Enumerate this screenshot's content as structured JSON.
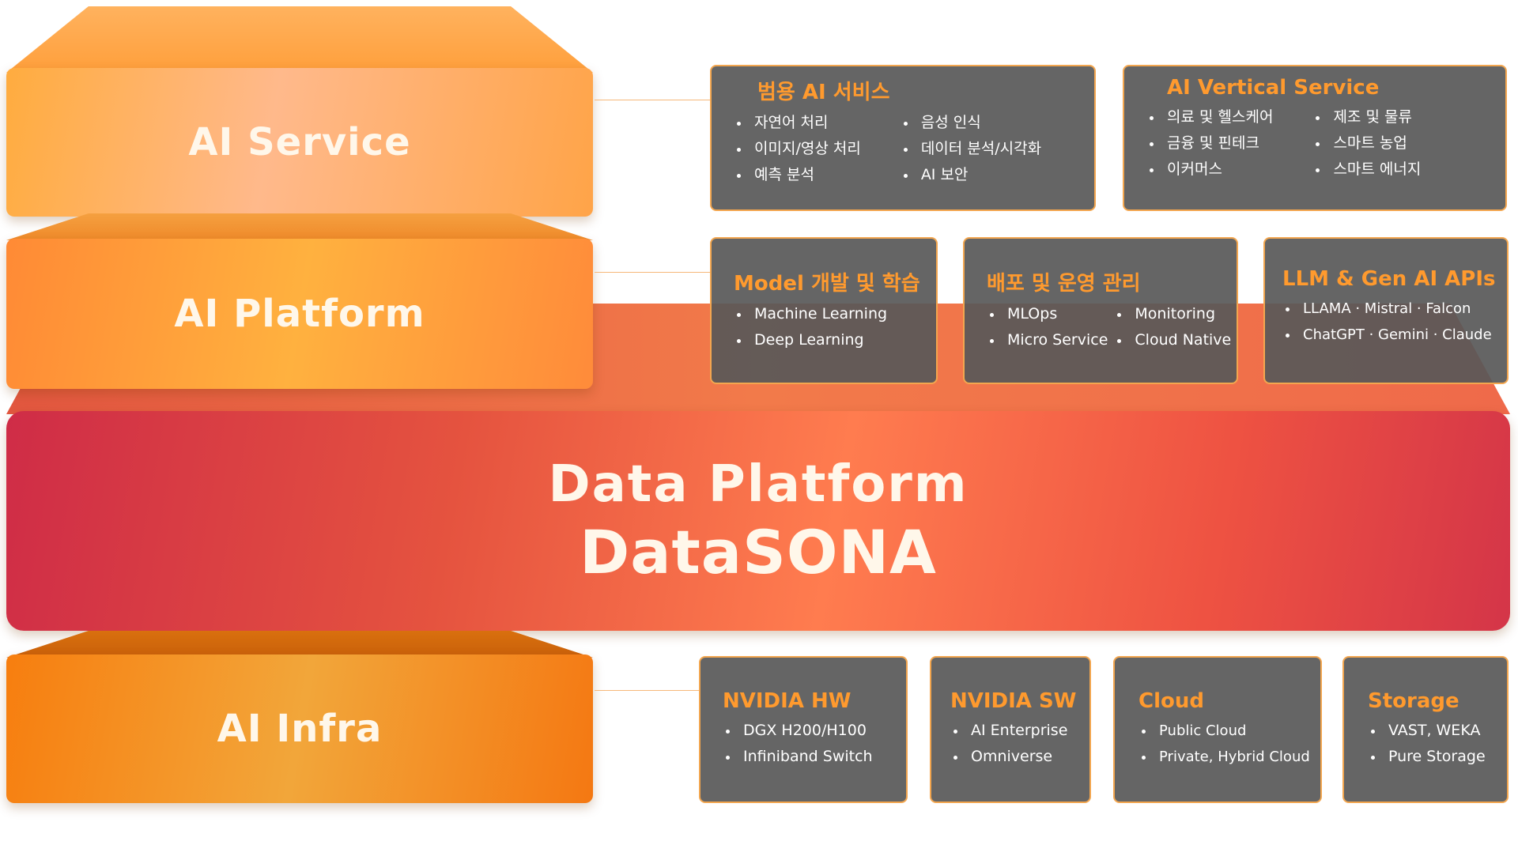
{
  "layers": {
    "service": "AI Service",
    "platform": "AI Platform",
    "data_title": "Data Platform",
    "data_brand": "DataSONA",
    "infra": "AI Infra"
  },
  "service_boxes": [
    {
      "title": "범용 AI 서비스",
      "col1": [
        "자연어 처리",
        "이미지/영상 처리",
        "예측 분석"
      ],
      "col2": [
        "음성 인식",
        "데이터 분석/시각화",
        "AI 보안"
      ]
    },
    {
      "title": "AI Vertical Service",
      "col1": [
        "의료 및 헬스케어",
        "금융 및 핀테크",
        "이커머스"
      ],
      "col2": [
        "제조 및 물류",
        "스마트 농업",
        "스마트 에너지"
      ]
    }
  ],
  "platform_boxes": [
    {
      "title": "Model 개발 및 학습",
      "col1": [
        "Machine Learning",
        "Deep Learning"
      ]
    },
    {
      "title": "배포 및 운영 관리",
      "col1": [
        "MLOps",
        "Micro Service"
      ],
      "col2": [
        "Monitoring",
        "Cloud Native"
      ]
    },
    {
      "title": "LLM & Gen AI APIs",
      "col1": [
        "LLAMA · Mistral · Falcon",
        "ChatGPT · Gemini · Claude"
      ]
    }
  ],
  "infra_boxes": [
    {
      "title": "NVIDIA HW",
      "col1": [
        "DGX H200/H100",
        "Infiniband Switch"
      ]
    },
    {
      "title": "NVIDIA SW",
      "col1": [
        "AI Enterprise",
        "Omniverse"
      ]
    },
    {
      "title": "Cloud",
      "col1": [
        "Public Cloud",
        "Private, Hybrid Cloud"
      ]
    },
    {
      "title": "Storage",
      "col1": [
        "VAST, WEKA",
        "Pure Storage"
      ]
    }
  ],
  "colors": {
    "box_title": "#ff9a2e",
    "box_bg": "#585858",
    "box_border": "#f3a64f",
    "data_platform": "#e5533f",
    "service_layer": "#ffac3f",
    "platform_layer": "#ff8a35",
    "infra_layer": "#f77e0f"
  }
}
